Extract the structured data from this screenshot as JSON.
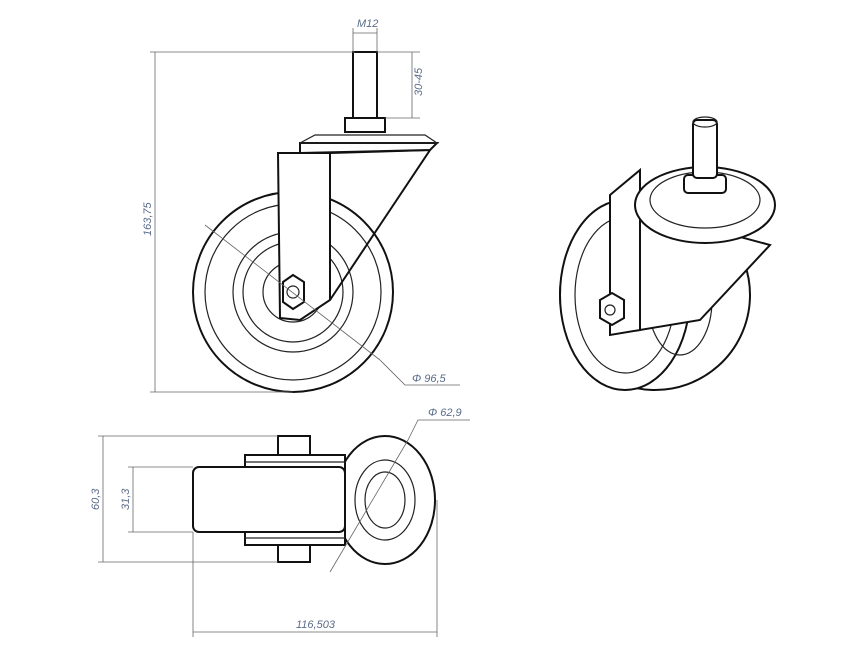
{
  "drawing": {
    "dimensions": {
      "thread": "M12",
      "stem_length": "30-45",
      "total_height": "163,75",
      "wheel_diameter": "Φ 96,5",
      "hub_diameter": "Φ 62,9",
      "overall_width": "60,3",
      "wheel_width": "31,3",
      "overall_offset": "116,503"
    },
    "line_color": "#222222",
    "label_color": "#5a6b8a"
  }
}
